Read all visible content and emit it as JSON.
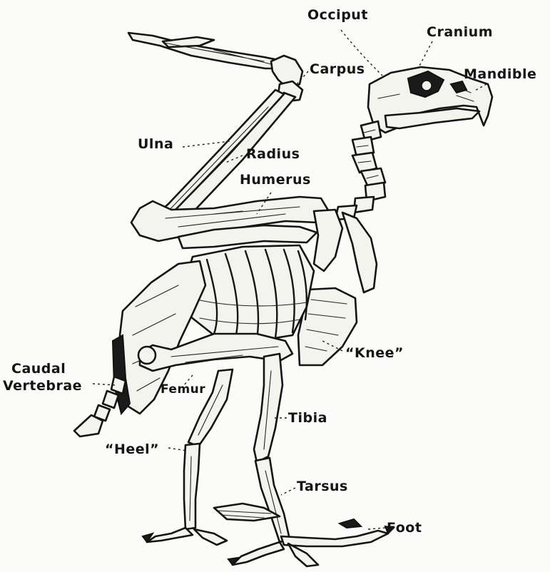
{
  "labels": {
    "occiput": "Occiput",
    "cranium": "Cranium",
    "mandible": "Mandible",
    "carpus": "Carpus",
    "ulna": "Ulna",
    "radius": "Radius",
    "humerus": "Humerus",
    "knee": "“Knee”",
    "caudal_line1": "Caudal",
    "caudal_line2": "Vertebrae",
    "femur": "Femur",
    "tibia": "Tibia",
    "heel": "“Heel”",
    "tarsus": "Tarsus",
    "foot": "Foot"
  }
}
